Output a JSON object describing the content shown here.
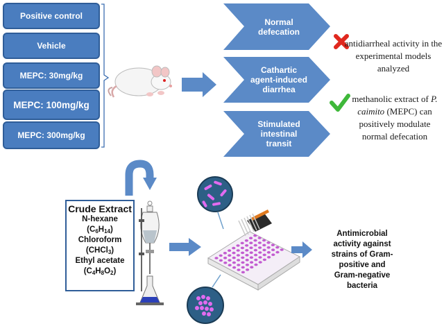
{
  "groups": [
    {
      "label": "Positive control"
    },
    {
      "label": "Vehicle"
    },
    {
      "label": "MEPC: 30mg/kg"
    },
    {
      "label": "MEPC: 100mg/kg"
    },
    {
      "label": "MEPC: 300mg/kg"
    }
  ],
  "models": [
    {
      "line1": "Normal",
      "line2": "defecation",
      "line3": ""
    },
    {
      "line1": "Cathartic",
      "line2": "agent-induced",
      "line3": "diarrhea"
    },
    {
      "line1": "Stimulated",
      "line2": "intestinal",
      "line3": "transit"
    }
  ],
  "results": {
    "negative": {
      "line1": "antidiarrheal activity in the",
      "line2": "experimental models",
      "line3": "analyzed"
    },
    "positive": {
      "line1_pre": "methanolic extract of ",
      "line1_italic": "P.",
      "line2_italic": "caimito",
      "line2_post": " (MEPC) can",
      "line3": "positively modulate",
      "line4": "normal defecation"
    }
  },
  "crude_extract": {
    "title": "Crude Extract",
    "solvents": [
      {
        "name": "N-hexane",
        "formula_parts": [
          "C",
          "6",
          "H",
          "14"
        ]
      },
      {
        "name": "Chloroform",
        "formula_parts": [
          "CHCl",
          "3"
        ]
      },
      {
        "name": "Ethyl acetate",
        "formula_parts": [
          "C",
          "4",
          "H",
          "8",
          "O",
          "2"
        ]
      }
    ]
  },
  "antimicrobial": {
    "line1": "Antimicrobial",
    "line2": "activity against",
    "line3": "strains of Gram-",
    "line4": "positive and",
    "line5": "Gram-negative",
    "line6": "bacteria"
  },
  "colors": {
    "box_fill": "#4a7dbf",
    "box_border": "#2f5d98",
    "chevron": "#5b8ac7",
    "arrow": "#5b8ac7",
    "cross": "#e0281e",
    "check": "#3fb83a",
    "plate": "#c25bd0"
  }
}
